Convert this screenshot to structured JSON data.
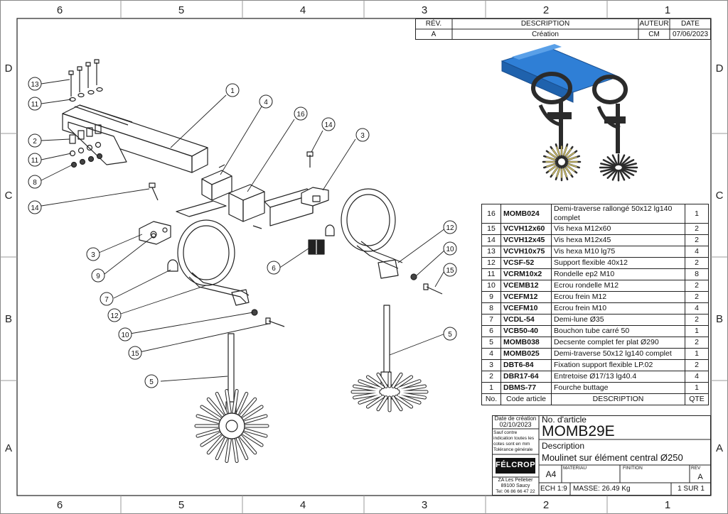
{
  "frame": {
    "cols": [
      "6",
      "5",
      "4",
      "3",
      "2",
      "1"
    ],
    "rows": [
      "D",
      "C",
      "B",
      "A"
    ]
  },
  "revision": {
    "headers": [
      "RÉV.",
      "DESCRIPTION",
      "AUTEUR",
      "DATE"
    ],
    "row": [
      "A",
      "Création",
      "CM",
      "07/06/2023"
    ]
  },
  "balloons": [
    "13",
    "11",
    "2",
    "11",
    "8",
    "14",
    "1",
    "4",
    "16",
    "14",
    "3",
    "3",
    "9",
    "7",
    "12",
    "10",
    "15",
    "5",
    "6",
    "12",
    "10",
    "15",
    "5"
  ],
  "bom": {
    "header": {
      "no": "No.",
      "code": "Code article",
      "description": "DESCRIPTION",
      "qty": "QTE"
    },
    "rows": [
      {
        "no": "16",
        "code": "MOMB024",
        "description": "Demi-traverse rallongé 50x12 lg140 complet",
        "qty": "1"
      },
      {
        "no": "15",
        "code": "VCVH12x60",
        "description": "Vis hexa M12x60",
        "qty": "2"
      },
      {
        "no": "14",
        "code": "VCVH12x45",
        "description": "Vis hexa M12x45",
        "qty": "2"
      },
      {
        "no": "13",
        "code": "VCVH10x75",
        "description": "Vis hexa M10 lg75",
        "qty": "4"
      },
      {
        "no": "12",
        "code": "VCSF-52",
        "description": "Support flexible 40x12",
        "qty": "2"
      },
      {
        "no": "11",
        "code": "VCRM10x2",
        "description": "Rondelle ep2 M10",
        "qty": "8"
      },
      {
        "no": "10",
        "code": "VCEMB12",
        "description": "Ecrou rondelle M12",
        "qty": "2"
      },
      {
        "no": "9",
        "code": "VCEFM12",
        "description": "Ecrou frein M12",
        "qty": "2"
      },
      {
        "no": "8",
        "code": "VCEFM10",
        "description": "Ecrou frein M10",
        "qty": "4"
      },
      {
        "no": "7",
        "code": "VCDL-54",
        "description": "Demi-lune Ø35",
        "qty": "2"
      },
      {
        "no": "6",
        "code": "VCB50-40",
        "description": "Bouchon tube carré 50",
        "qty": "1"
      },
      {
        "no": "5",
        "code": "MOMB038",
        "description": "Decsente complet fer plat Ø290",
        "qty": "2"
      },
      {
        "no": "4",
        "code": "MOMB025",
        "description": "Demi-traverse 50x12 lg140 complet",
        "qty": "1"
      },
      {
        "no": "3",
        "code": "DBT6-84",
        "description": "Fixation support flexible LP.02",
        "qty": "2"
      },
      {
        "no": "2",
        "code": "DBR17-64",
        "description": "Entretoise Ø17/13 lg40.4",
        "qty": "4"
      },
      {
        "no": "1",
        "code": "DBMS-77",
        "description": "Fourche buttage",
        "qty": "1"
      }
    ]
  },
  "titleblock": {
    "date_label": "Date de création",
    "date": "02/10/2023",
    "tolerance_lines": [
      "Sauf contre",
      "indication toutes les",
      "cotes sont en mm",
      "Tolérance générale"
    ],
    "logo": "FÉLCROP",
    "address_lines": [
      "ZA Les Pelletier",
      "89100 Saucy",
      "Tel: 06 86 66 47 22"
    ],
    "article_label": "No. d'article",
    "article": "MOMB29E",
    "description_label": "Description",
    "description": "Moulinet sur élément central Ø250",
    "format": "A4",
    "materiau_label": "MATERIAU",
    "finition_label": "FINITION",
    "rev_label": "REV",
    "rev": "A",
    "scale": "ECH 1:9",
    "mass": "MASSE: 26.49 Kg",
    "sheet": "1 SUR 1"
  },
  "colors": {
    "line": "#222222",
    "accent_blue": "#2f7fd6",
    "dark_part": "#2b2b2b",
    "yellow": "#d9c86a"
  }
}
